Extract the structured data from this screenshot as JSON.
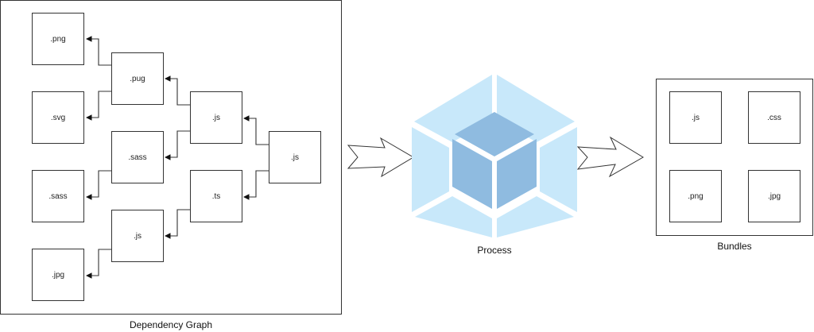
{
  "dependency_graph": {
    "caption": "Dependency Graph",
    "nodes": {
      "png": ".png",
      "svg": ".svg",
      "sass_leaf": ".sass",
      "jpg": ".jpg",
      "pug": ".pug",
      "sass_mid": ".sass",
      "js_lower": ".js",
      "js_upper": ".js",
      "ts": ".ts",
      "js_entry": ".js"
    },
    "edges": [
      {
        "from": "pug",
        "to": "png"
      },
      {
        "from": "pug",
        "to": "svg"
      },
      {
        "from": "sass_mid",
        "to": "sass_leaf"
      },
      {
        "from": "js_lower",
        "to": "jpg"
      },
      {
        "from": "js_upper",
        "to": "pug"
      },
      {
        "from": "js_upper",
        "to": "sass_mid"
      },
      {
        "from": "ts",
        "to": "js_lower"
      },
      {
        "from": "js_entry",
        "to": "js_upper"
      },
      {
        "from": "js_entry",
        "to": "ts"
      }
    ]
  },
  "process": {
    "caption": "Process",
    "icon": "webpack-cube-icon",
    "colors": {
      "outer": "#c8e8fa",
      "inner": "#8fbbe0"
    }
  },
  "bundles": {
    "caption": "Bundles",
    "items": [
      ".js",
      ".css",
      ".png",
      ".jpg"
    ]
  },
  "flow_arrows": [
    "graph-to-process",
    "process-to-bundles"
  ]
}
